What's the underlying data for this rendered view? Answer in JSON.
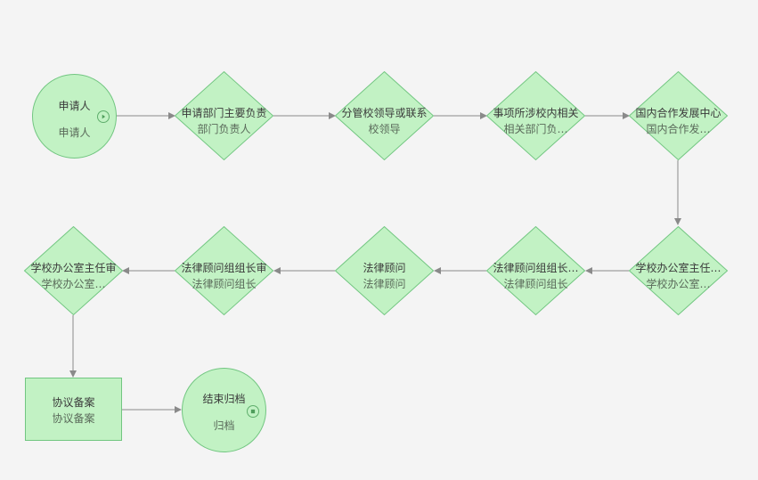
{
  "nodes": {
    "start": {
      "title": "申请人",
      "sub": "申请人"
    },
    "dept_head": {
      "title": "申请部门主要负责",
      "sub": "部门负责人"
    },
    "leader": {
      "title": "分管校领导或联系",
      "sub": "校领导"
    },
    "related_dept": {
      "title": "事项所涉校内相关",
      "sub": "相关部门负…"
    },
    "intl_center": {
      "title": "国内合作发展中心",
      "sub": "国内合作发…"
    },
    "office_dir_1": {
      "title": "学校办公室主任…",
      "sub": "学校办公室…"
    },
    "legal_lead_1": {
      "title": "法律顾问组组长…",
      "sub": "法律顾问组长"
    },
    "legal_advisor": {
      "title": "法律顾问",
      "sub": "法律顾问"
    },
    "legal_lead_2": {
      "title": "法律顾问组组长审",
      "sub": "法律顾问组长"
    },
    "office_dir_2": {
      "title": "学校办公室主任审",
      "sub": "学校办公室…"
    },
    "archive": {
      "title": "协议备案",
      "sub": "协议备案"
    },
    "end": {
      "title": "结束归档",
      "sub": "归档"
    }
  },
  "colors": {
    "fill": "#c2f2c4",
    "stroke": "#72c681",
    "edge": "#8a8a8a",
    "background": "#f4f4f4"
  },
  "icons": {
    "start": "play-icon",
    "end": "stop-icon"
  }
}
